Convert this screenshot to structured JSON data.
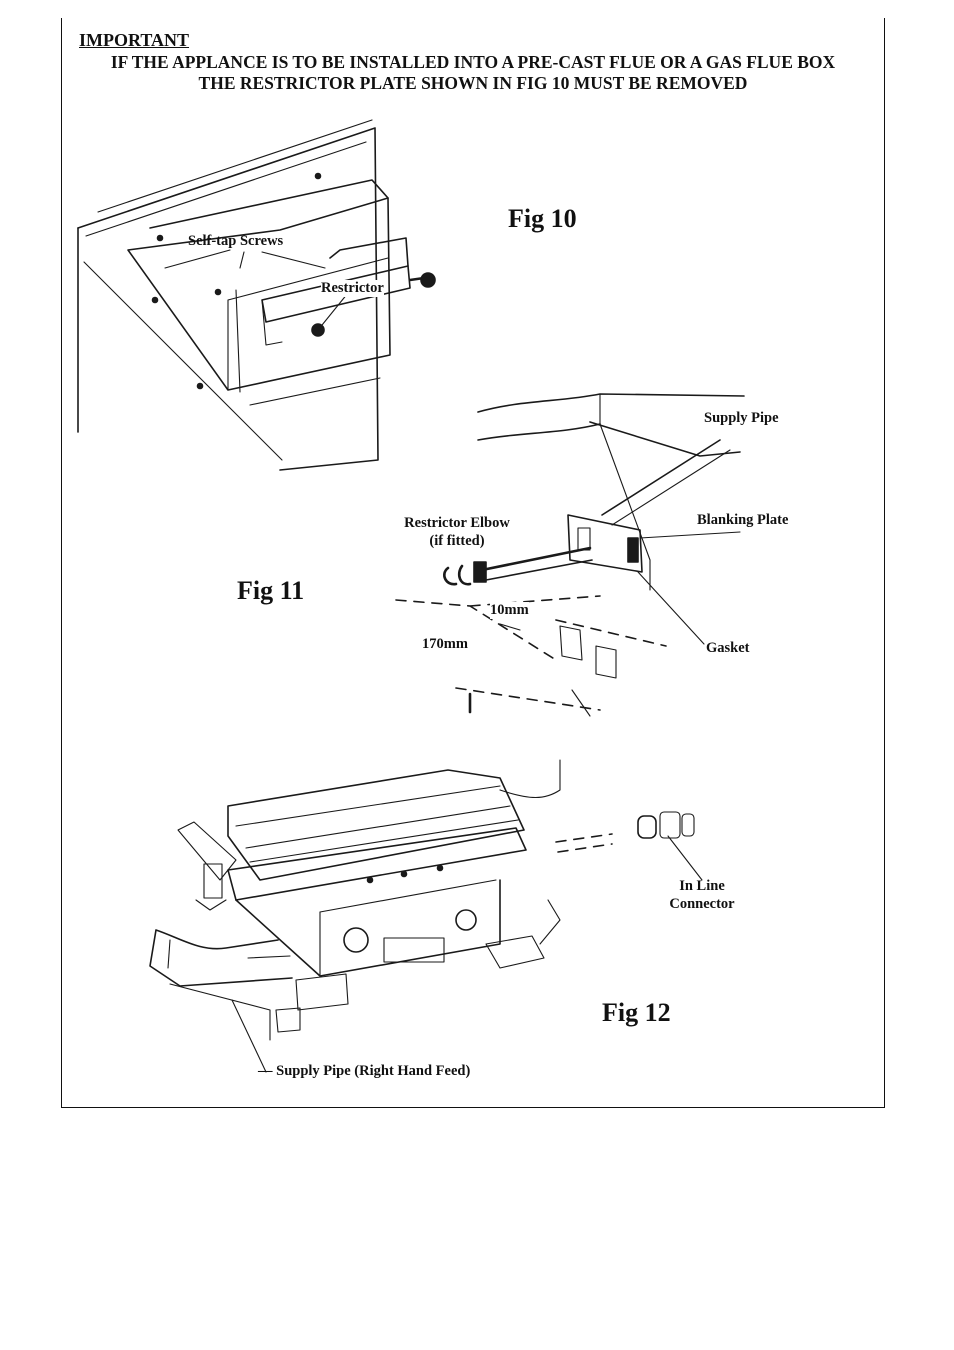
{
  "header": {
    "important": "IMPORTANT",
    "notice_line1": "IF THE APPLANCE IS TO BE INSTALLED INTO A PRE-CAST FLUE OR A GAS FLUE BOX",
    "notice_line2": "THE RESTRICTOR PLATE SHOWN IN FIG 10 MUST BE REMOVED"
  },
  "fig10": {
    "title": "Fig 10",
    "labels": {
      "screws": "Self-tap Screws",
      "restrictor": "Restrictor"
    }
  },
  "fig11": {
    "title": "Fig 11",
    "labels": {
      "supply_pipe": "Supply Pipe",
      "blanking_plate": "Blanking Plate",
      "elbow_line1": "Restrictor Elbow",
      "elbow_line2": "(if fitted)",
      "dim_10": "10mm",
      "dim_170": "170mm",
      "gasket": "Gasket"
    }
  },
  "fig12": {
    "title": "Fig 12",
    "labels": {
      "connector_line1": "In Line",
      "connector_line2": "Connector",
      "supply_pipe_rhf": "Supply Pipe (Right Hand Feed)"
    }
  }
}
